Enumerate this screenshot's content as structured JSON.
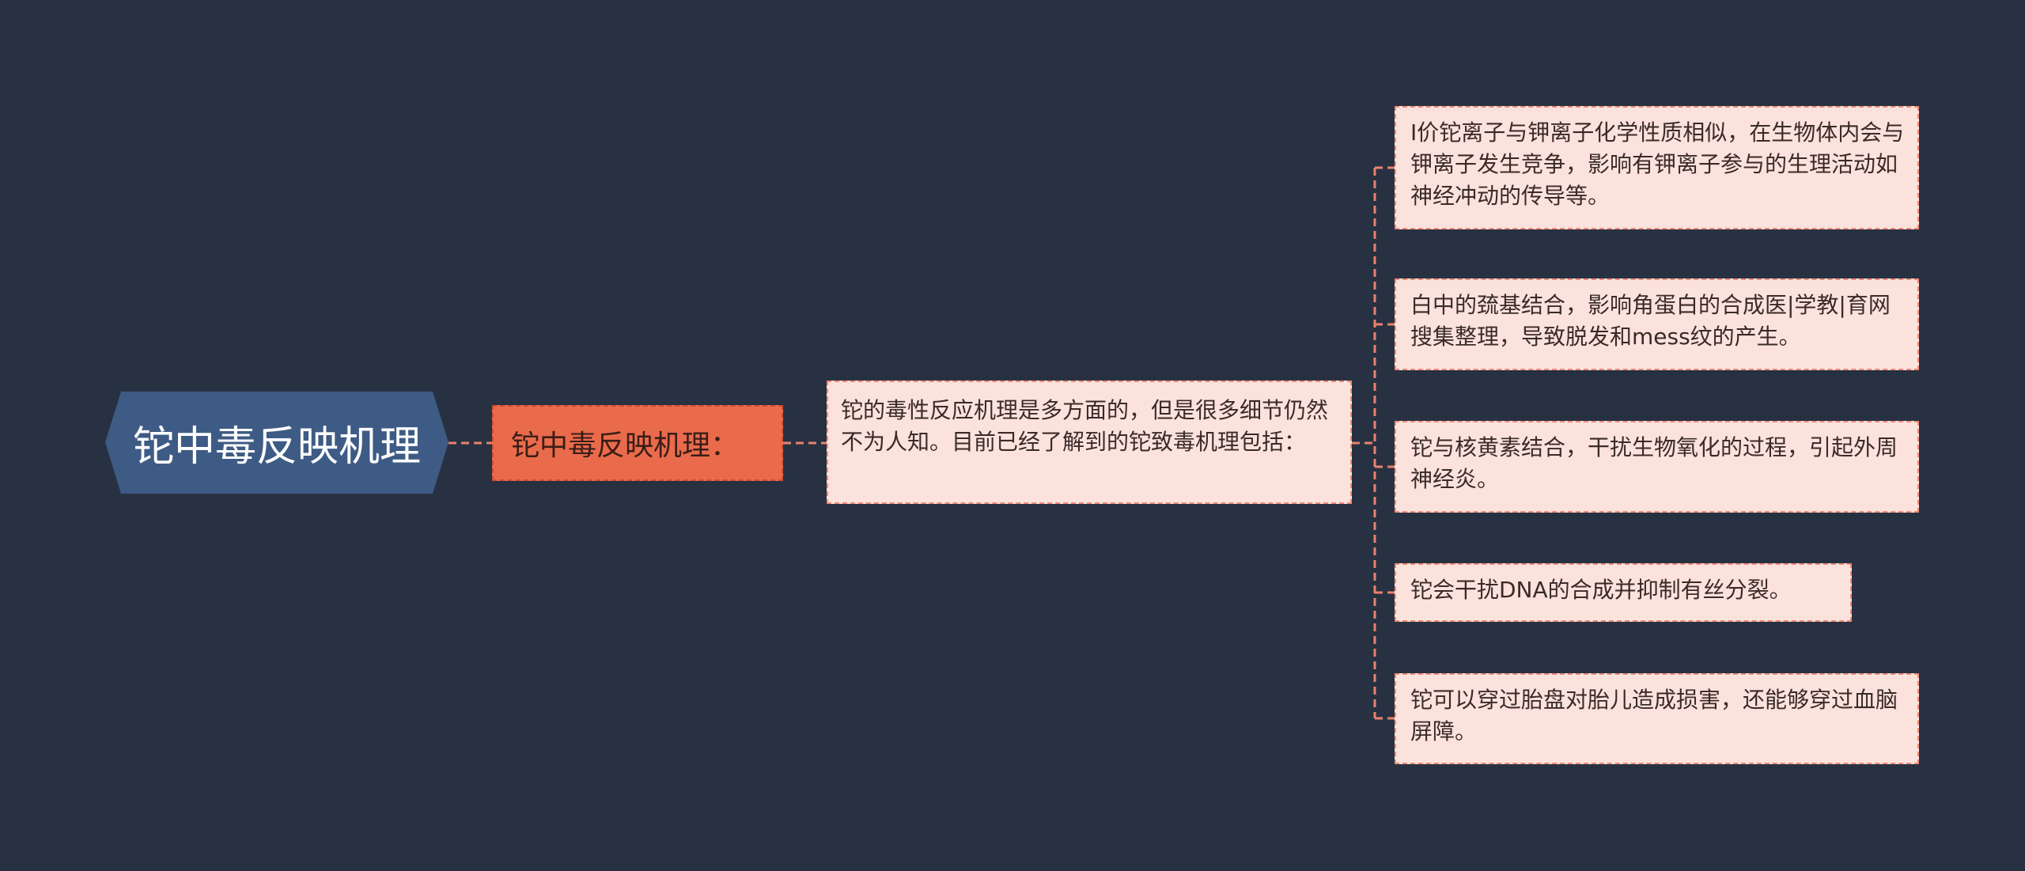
{
  "root": {
    "label": "铊中毒反映机理"
  },
  "branch": {
    "label": "铊中毒反映机理："
  },
  "summary": {
    "text": "铊的毒性反应机理是多方面的，但是很多细节仍然不为人知。目前已经了解到的铊致毒机理包括："
  },
  "details": [
    {
      "text": "I价铊离子与钾离子化学性质相似，在生物体内会与钾离子发生竞争，影响有钾离子参与的生理活动如神经冲动的传导等。"
    },
    {
      "text": "白中的巯基结合，影响角蛋白的合成医|学教|育网搜集整理，导致脱发和mess纹的产生。"
    },
    {
      "text": "铊与核黄素结合，干扰生物氧化的过程，引起外周神经炎。"
    },
    {
      "text": "铊会干扰DNA的合成并抑制有丝分裂。"
    },
    {
      "text": "铊可以穿过胎盘对胎儿造成损害，还能够穿过血脑屏障。"
    }
  ],
  "colors": {
    "background": "#283141",
    "root_fill": "#3e5b85",
    "branch_fill": "#ea6b4c",
    "node_fill": "#fbe2dd",
    "connector": "#e9826d"
  }
}
